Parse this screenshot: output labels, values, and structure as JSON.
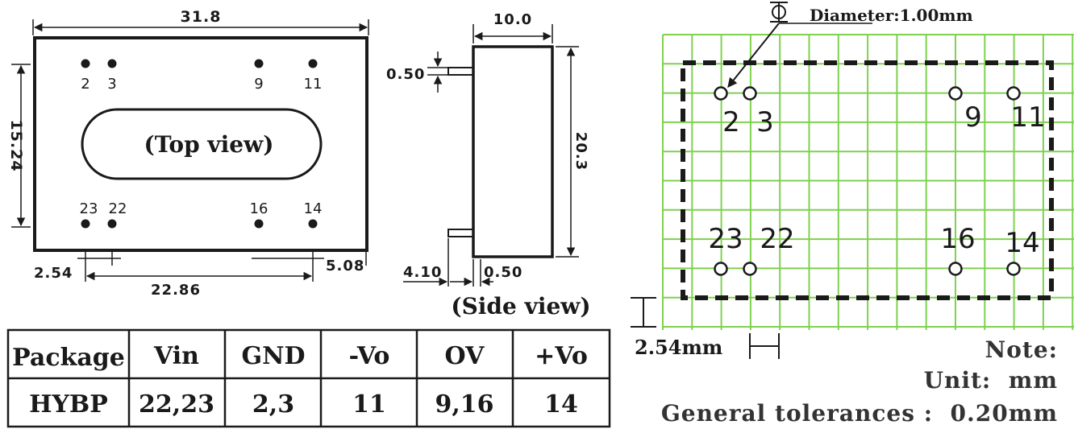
{
  "top_view": {
    "width_dim": "31.8",
    "height_dim": "15.24",
    "label": "(Top view)",
    "pins_top": [
      "2",
      "3",
      "9",
      "11"
    ],
    "pins_bottom": [
      "23",
      "22",
      "16",
      "14"
    ],
    "dim_left_pitch": "2.54",
    "dim_span": "22.86",
    "dim_right": "5.08"
  },
  "side_view": {
    "width_dim": "10.0",
    "pin_dim": "0.50",
    "height_dim": "20.3",
    "dim_bottom_left": "4.10",
    "dim_bottom_right": "0.50",
    "label": "(Side view)"
  },
  "table": {
    "headers": [
      "Package",
      "Vin",
      "GND",
      "-Vo",
      "OV",
      "+Vo"
    ],
    "rows": [
      [
        "HYBP",
        "22,23",
        "2,3",
        "11",
        "9,16",
        "14"
      ]
    ]
  },
  "footprint": {
    "diameter_label": "Diameter:1.00mm",
    "diameter_symbol": "Φ",
    "pins_top": [
      "2",
      "3",
      "9",
      "11"
    ],
    "pins_bottom": [
      "23",
      "22",
      "16",
      "14"
    ],
    "grid_label": "2.54mm",
    "grid_color": "#7fd14f"
  },
  "notes": {
    "title": "Note:",
    "unit": "Unit:  mm",
    "tolerance": "General tolerances :  0.20mm"
  }
}
